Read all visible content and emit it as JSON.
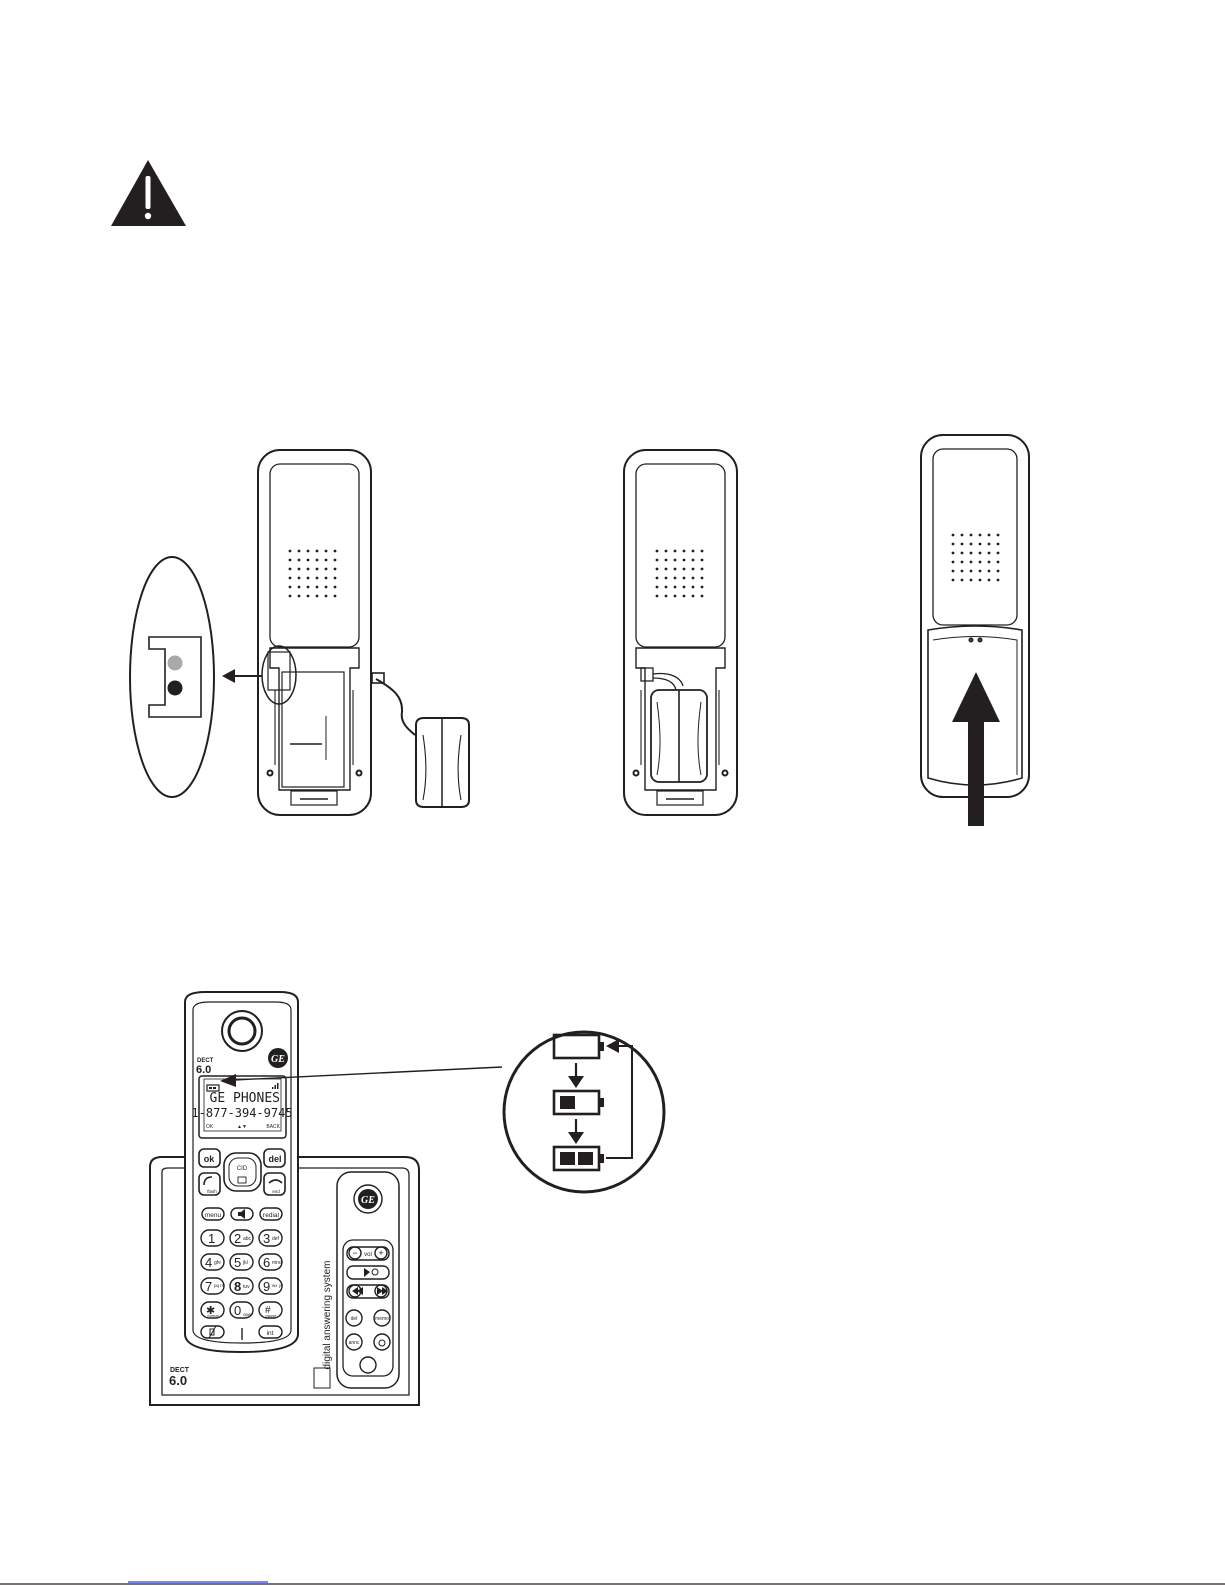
{
  "warning": {
    "icon": "warning-triangle-icon"
  },
  "handset": {
    "dect_label": "DECT",
    "dect_version": "6.0",
    "screen": {
      "line1": "GE PHONES",
      "line2": "1-877-394-9745",
      "softkey_left": "OK",
      "softkey_center": "▲▼",
      "softkey_right": "BACK"
    },
    "keys": {
      "ok": "ok",
      "del": "del",
      "cid": "CID",
      "flash": "flash",
      "end": "end",
      "menu": "menu",
      "redial": "redial",
      "k1": "1",
      "k1s": "",
      "k2": "2",
      "k2s": "abc",
      "k3": "3",
      "k3s": "def",
      "k4": "4",
      "k4s": "ghi",
      "k5": "5",
      "k5s": "jkl",
      "k6": "6",
      "k6s": "mno",
      "k7": "7",
      "k7s": "pq rs",
      "k8": "8",
      "k8s": "tuv",
      "k9": "9",
      "k9s": "wx yz",
      "kstar": "✱",
      "kstars": "format",
      "k0": "0",
      "k0s": "oper",
      "khash": "#",
      "khashs": "pause",
      "int": "int"
    }
  },
  "base": {
    "dect_label": "DECT",
    "dect_version": "6.0",
    "system_label": "digital answering system",
    "keys": {
      "vol": "vol",
      "minus": "−",
      "plus": "+",
      "del": "del",
      "memo": "memo",
      "annc": "annc"
    }
  },
  "battery_levels": [
    "empty",
    "half",
    "full"
  ]
}
